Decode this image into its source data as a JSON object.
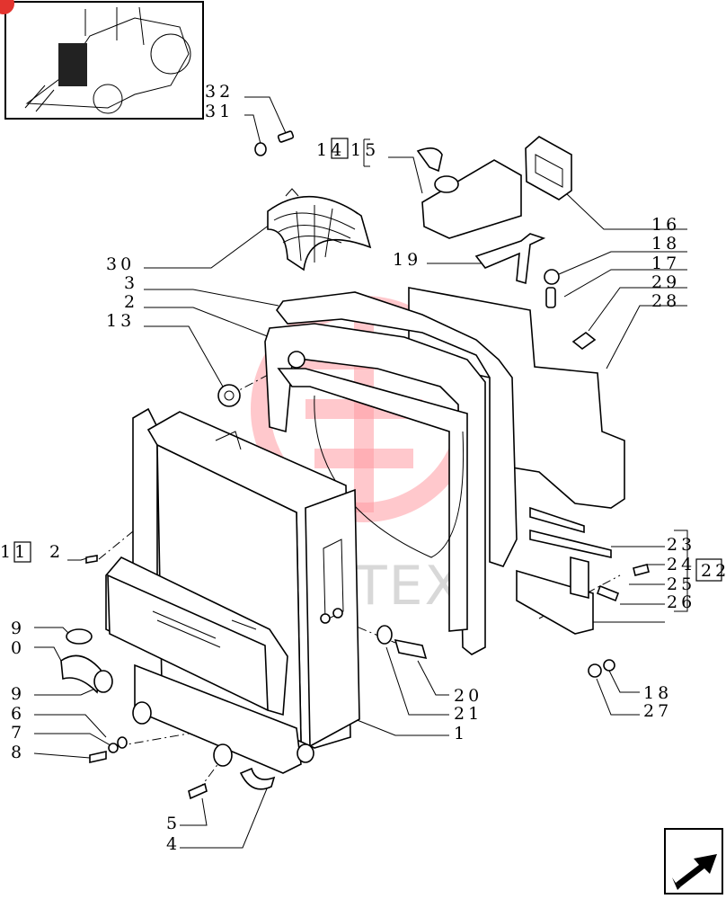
{
  "watermark": {
    "text": "ИНТЕХ",
    "color": "#ff6f7a"
  },
  "nav_arrow": {
    "icon": "next-page-arrow-icon"
  },
  "callouts": [
    {
      "id": "c32",
      "text": "32"
    },
    {
      "id": "c31",
      "text": "31"
    },
    {
      "id": "c14",
      "text": "14"
    },
    {
      "id": "c15",
      "text": "15"
    },
    {
      "id": "c16",
      "text": "16"
    },
    {
      "id": "c18a",
      "text": "18"
    },
    {
      "id": "c17",
      "text": "17"
    },
    {
      "id": "c19",
      "text": "19"
    },
    {
      "id": "c29",
      "text": "29"
    },
    {
      "id": "c28",
      "text": "28"
    },
    {
      "id": "c30",
      "text": "30"
    },
    {
      "id": "c3",
      "text": "3"
    },
    {
      "id": "c2",
      "text": "2"
    },
    {
      "id": "c13",
      "text": "13"
    },
    {
      "id": "c11",
      "text": "11"
    },
    {
      "id": "c12",
      "text": "2"
    },
    {
      "id": "c23",
      "text": "23"
    },
    {
      "id": "c24",
      "text": "24"
    },
    {
      "id": "c22",
      "text": "22"
    },
    {
      "id": "c25",
      "text": "25"
    },
    {
      "id": "c26",
      "text": "26"
    },
    {
      "id": "c9a",
      "text": "9"
    },
    {
      "id": "c10",
      "text": "0"
    },
    {
      "id": "c9b",
      "text": "9"
    },
    {
      "id": "c6",
      "text": "6"
    },
    {
      "id": "c7",
      "text": "7"
    },
    {
      "id": "c8",
      "text": "8"
    },
    {
      "id": "c20",
      "text": "20"
    },
    {
      "id": "c21",
      "text": "21"
    },
    {
      "id": "c1",
      "text": "1"
    },
    {
      "id": "c18b",
      "text": "18"
    },
    {
      "id": "c27",
      "text": "27"
    },
    {
      "id": "c5",
      "text": "5"
    },
    {
      "id": "c4",
      "text": "4"
    }
  ]
}
